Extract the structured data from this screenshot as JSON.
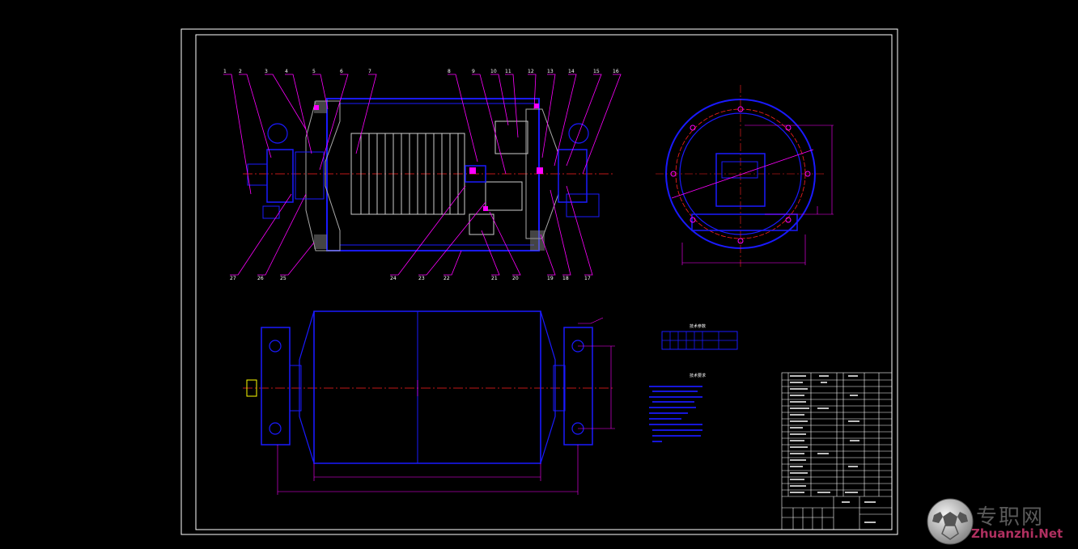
{
  "drawing": {
    "colors": {
      "background": "#000000",
      "frame": "#ffffff",
      "outline": "#1a1aff",
      "leader": "#ff00ff",
      "centerline": "#ff2020",
      "accent": "#ffff00",
      "text": "#ffffff"
    },
    "callouts_top": [
      "1",
      "2",
      "3",
      "4",
      "5",
      "6",
      "7",
      "8",
      "9",
      "10",
      "11",
      "12",
      "13",
      "14",
      "15",
      "16"
    ],
    "callouts_bottom": [
      "27",
      "26",
      "25",
      "24",
      "23",
      "22",
      "21",
      "20",
      "19",
      "18",
      "17"
    ],
    "tech_table_title": "技术参数",
    "tech_notes_title": "技术要求"
  },
  "watermark": {
    "cn": "专职网",
    "en": "Zhuanzhi.Net"
  }
}
